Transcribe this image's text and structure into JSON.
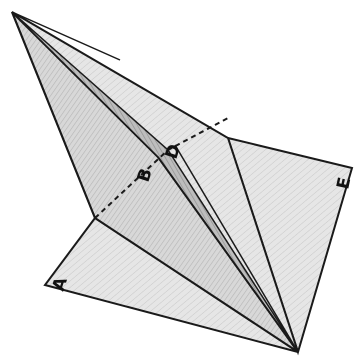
{
  "figure": {
    "labels": {
      "a": "A",
      "b": "B",
      "d": "D",
      "e": "E"
    },
    "colors": {
      "paper_light": "#e8e8e8",
      "paper_mid": "#cfcfcf",
      "paper_dark": "#a9a9a9",
      "outline": "#1a1a1a"
    }
  }
}
